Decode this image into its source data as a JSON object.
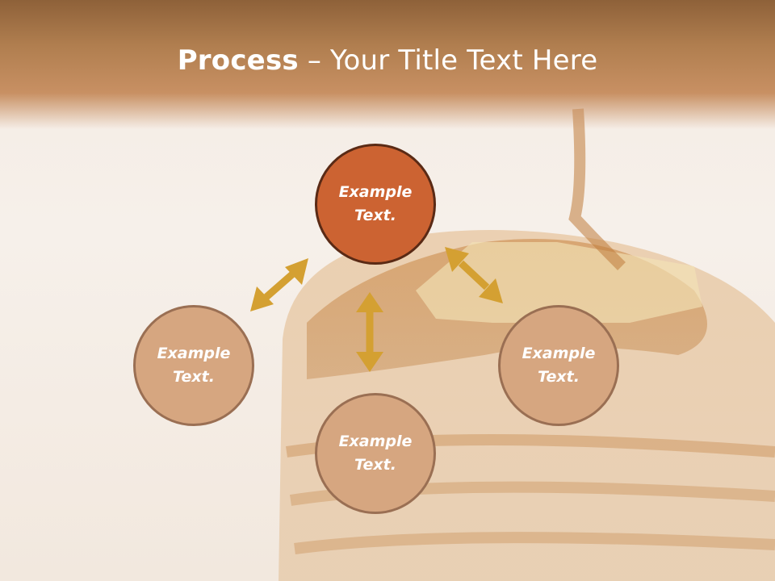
{
  "title": {
    "bold": "Process",
    "rest": " – Your Title Text Here"
  },
  "nodes": {
    "center": {
      "line1": "Example",
      "line2": "Text."
    },
    "left": {
      "line1": "Example",
      "line2": "Text."
    },
    "right": {
      "line1": "Example",
      "line2": "Text."
    },
    "bottom": {
      "line1": "Example",
      "line2": "Text."
    }
  },
  "colors": {
    "header": "#b07e4f",
    "center_node": "#cc6332",
    "center_border": "#5a2a15",
    "petal_node": "#d6a680",
    "petal_border": "#9a6f53",
    "arrow": "#d4a032"
  }
}
